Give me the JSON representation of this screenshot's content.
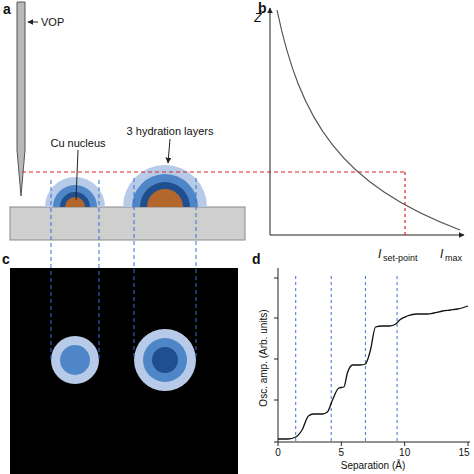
{
  "diagram": {
    "labels": [
      "a",
      "b",
      "c",
      "d",
      "VOP",
      "Cu nucleus",
      "3 hydration layers",
      "Z",
      "I",
      "set-point",
      "I",
      "max",
      "Osc. amp. (Arb. units)",
      "Separation (Å)",
      "0",
      "5",
      "10",
      "15"
    ]
  }
}
